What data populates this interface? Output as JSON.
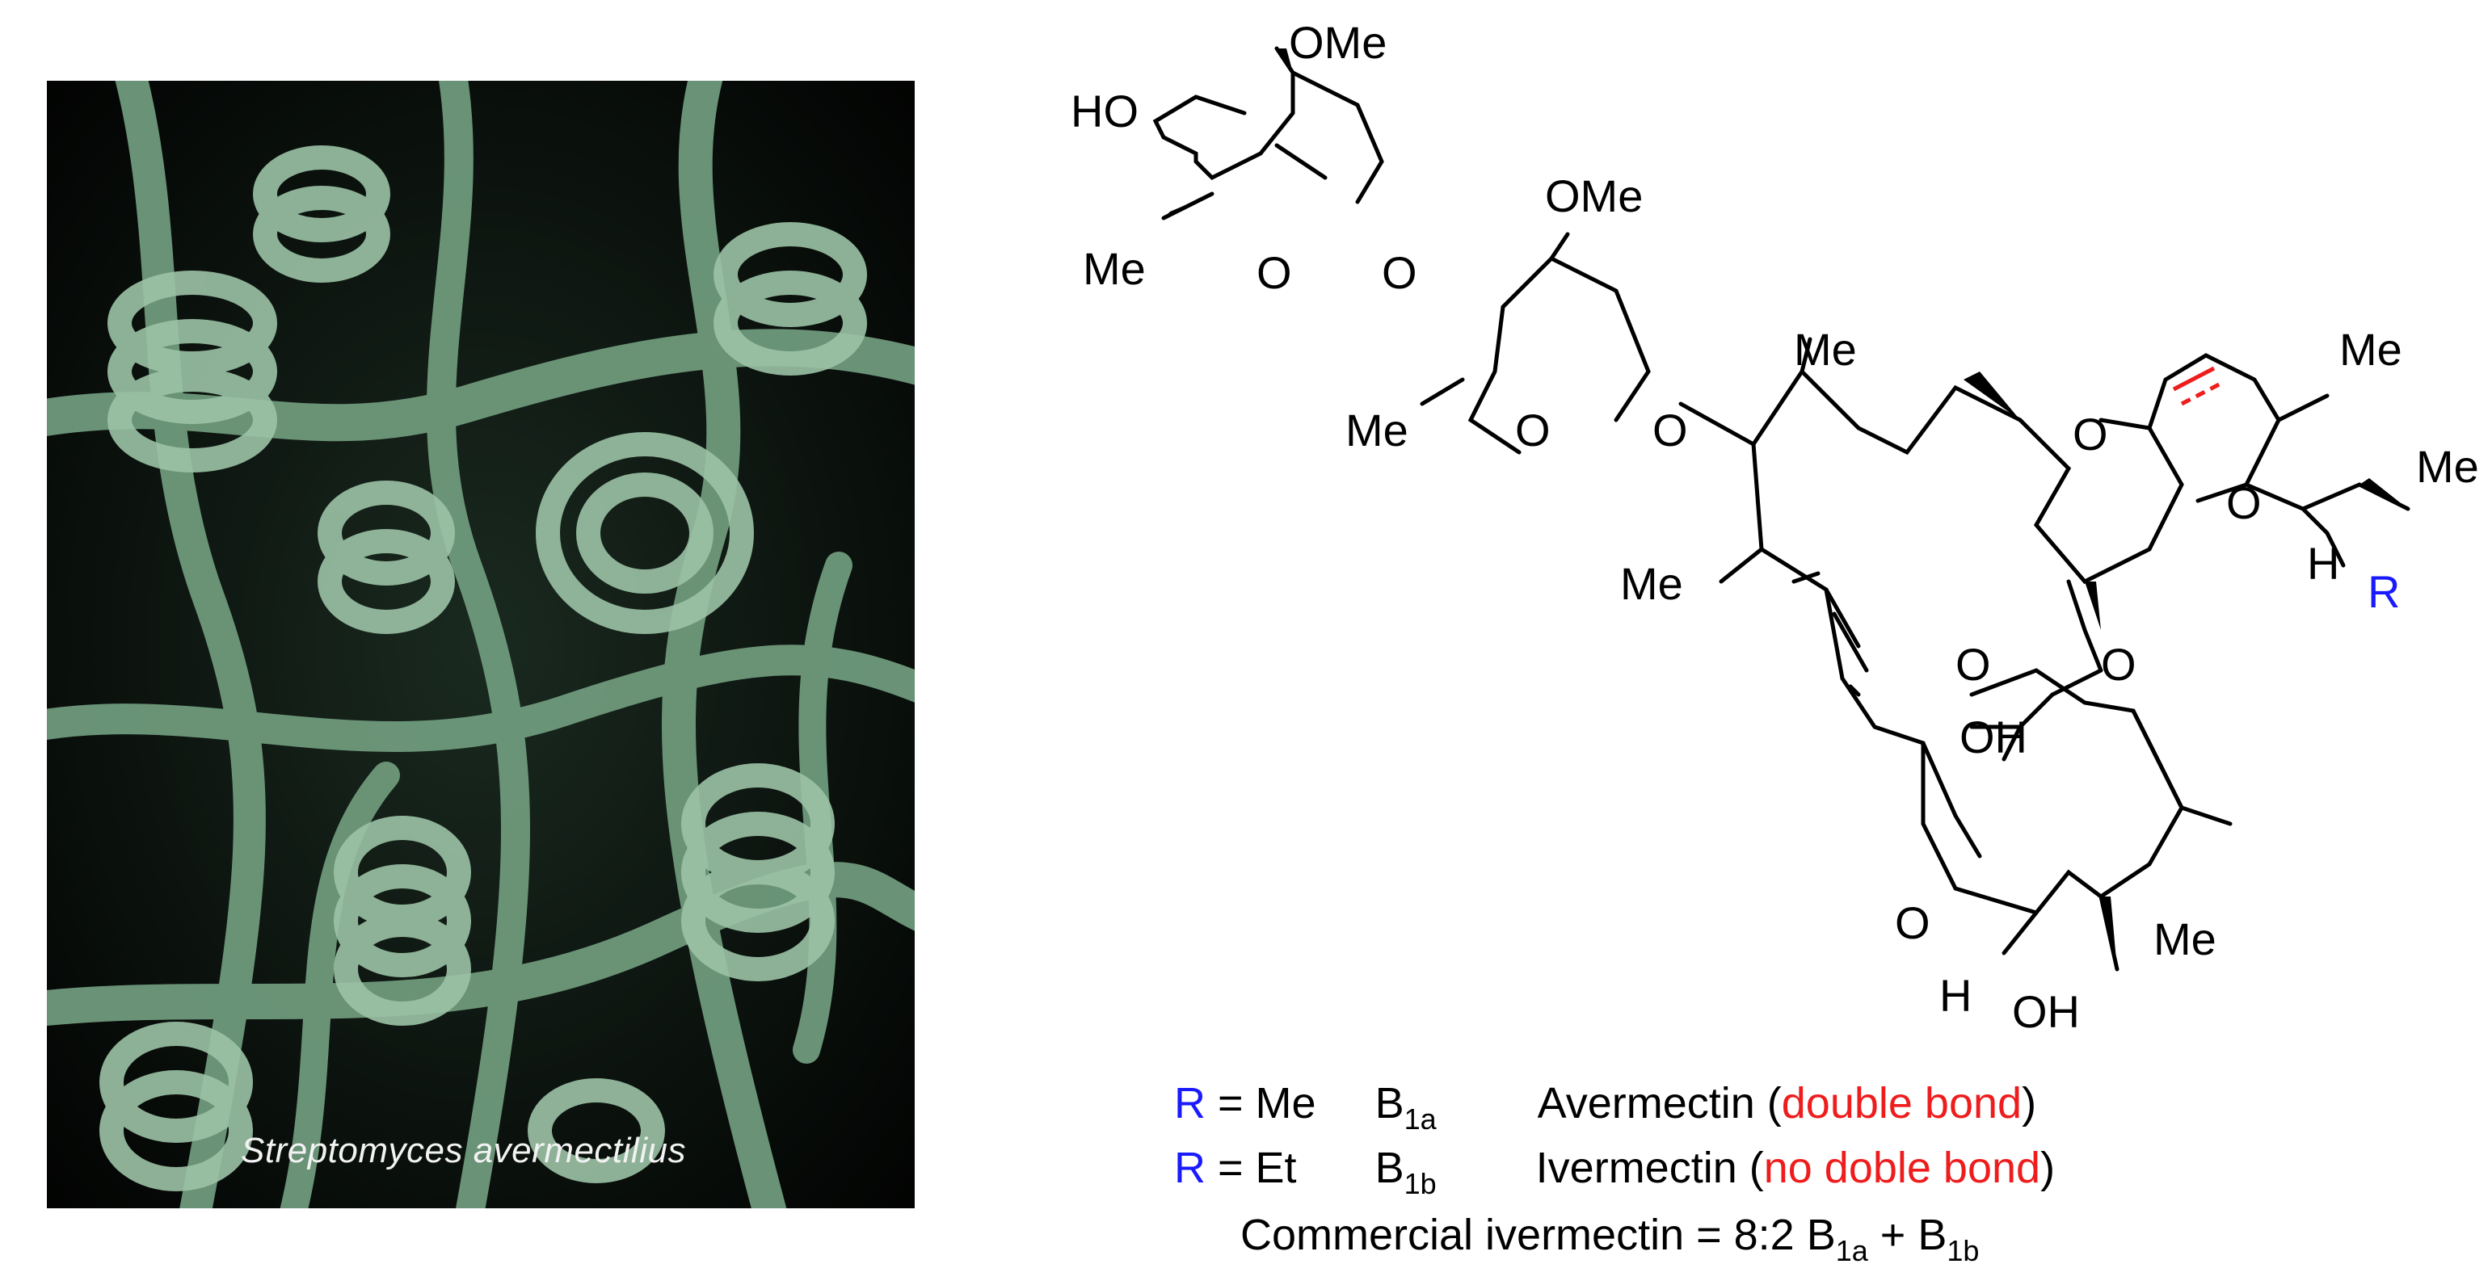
{
  "photo": {
    "caption": "Streptomyces avermectilius",
    "colors": {
      "background": "#050806",
      "filament": "#7fa98a"
    }
  },
  "structure": {
    "atoms": {
      "ome_top": "OMe",
      "ho_top": "HO",
      "me_sugar1": "Me",
      "o_ring1": "O",
      "o_link1": "O",
      "ome_mid": "OMe",
      "me_sugar2": "Me",
      "o_ring2": "O",
      "o_link2": "O",
      "me_olefin": "Me",
      "me_chain": "Me",
      "o_spiro1": "O",
      "o_spiro2": "O",
      "me_spiro": "Me",
      "me_side": "Me",
      "h_spiro": "H",
      "r_group": "R",
      "o_carbonyl": "O",
      "o_ester": "O",
      "oh_top": "OH",
      "o_furan": "O",
      "h_furan": "H",
      "oh_bottom": "OH",
      "me_ring": "Me"
    },
    "colors": {
      "r_group": "#1a1aff",
      "double_bond": "#ee1c1c"
    }
  },
  "legend": {
    "row1": {
      "r": "R",
      "eq": " = Me",
      "b": "B",
      "b_sub": "1a",
      "name": "Avermectin (",
      "note": "double bond",
      "close": ")"
    },
    "row2": {
      "r": "R",
      "eq": " = Et",
      "b": "B",
      "b_sub": "1b",
      "name": "Ivermectin (",
      "note": "no doble bond",
      "close": ")"
    },
    "row3": {
      "text": "Commercial ivermectin = 8:2 B",
      "sub1": "1a",
      "plus": " + B",
      "sub2": "1b"
    }
  }
}
